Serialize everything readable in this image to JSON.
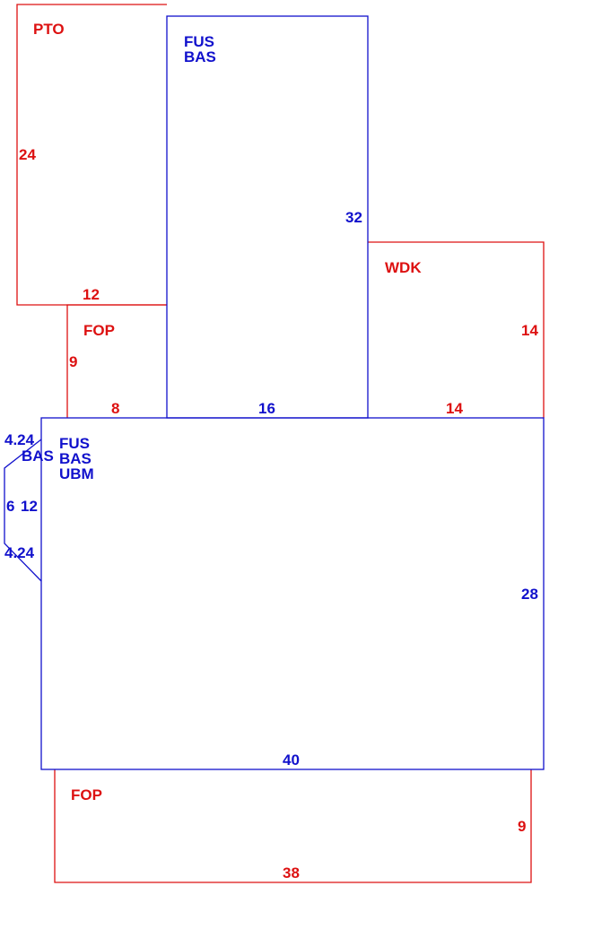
{
  "colors": {
    "red": "#dd1111",
    "blue": "#1111cc",
    "background": "#ffffff"
  },
  "areas": {
    "pto": {
      "code": "PTO",
      "dims": [
        "24",
        "12"
      ]
    },
    "fus_upper": {
      "codes": [
        "FUS",
        "BAS"
      ],
      "dims": [
        "32",
        "16"
      ]
    },
    "wdk": {
      "code": "WDK",
      "dims": [
        "14",
        "14"
      ]
    },
    "fop_small": {
      "code": "FOP",
      "dims": [
        "9",
        "8"
      ]
    },
    "main": {
      "codes": [
        "FUS",
        "BAS",
        "UBM"
      ],
      "dims": [
        "28",
        "40"
      ]
    },
    "bay": {
      "code": "BAS",
      "dims": [
        "4.24",
        "6",
        "12",
        "4.24"
      ]
    },
    "fop_bottom": {
      "code": "FOP",
      "dims": [
        "9",
        "38"
      ]
    }
  }
}
